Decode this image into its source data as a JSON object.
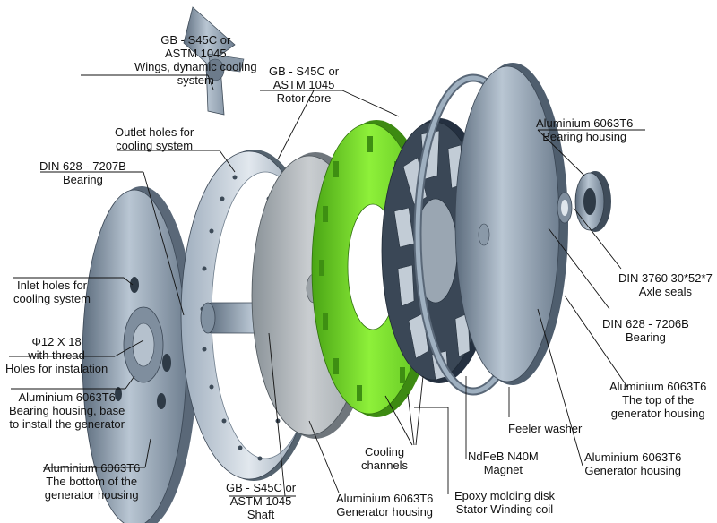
{
  "labels": {
    "wings_material_1": "GB - S45C or",
    "wings_material_2": "ASTM 1045",
    "wings_name_1": "Wings, dynamic cooling",
    "wings_name_2": "system",
    "rotor_material_1": "GB - S45C or",
    "rotor_material_2": "ASTM 1045",
    "rotor_name": "Rotor core",
    "outlet_1": "Outlet holes for",
    "outlet_2": "cooling system",
    "bearing_left_spec": "DIN 628 - 7207B",
    "bearing_left_name": "Bearing",
    "inlet_1": "Inlet holes for",
    "inlet_2": "cooling system",
    "thread_1": "Φ12 X 18",
    "thread_2": "with thread",
    "thread_3": "Holes for instalation",
    "base_material": "Aluminium 6063T6",
    "base_name_1": "Bearing housing, base",
    "base_name_2": "to install the generator",
    "bottom_material": "Aluminium 6063T6",
    "bottom_name_1": "The bottom of the",
    "bottom_name_2": "generator housing",
    "shaft_material_1": "GB - S45C or",
    "shaft_material_2": "ASTM 1045",
    "shaft_name": "Shaft",
    "housing_mid_material": "Aluminium 6063T6",
    "housing_mid_name": "Generator housing",
    "cooling_channels_1": "Cooling",
    "cooling_channels_2": "channels",
    "epoxy_1": "Epoxy molding disk",
    "epoxy_2": "Stator Winding coil",
    "magnet_spec": "NdFeB N40M",
    "magnet_name": "Magnet",
    "feeler": "Feeler washer",
    "housing_right_material": "Aluminium 6063T6",
    "housing_right_name": "Generator housing",
    "top_material": "Aluminium 6063T6",
    "top_name_1": "The top of the",
    "top_name_2": "generator housing",
    "bearing_right_spec": "DIN 628 - 7206B",
    "bearing_right_name": "Bearing",
    "seals_spec": "DIN 3760 30*52*7",
    "seals_name": "Axle seals",
    "housing_top_material": "Aluminium 6063T6",
    "housing_top_name": "Bearing housing"
  },
  "colors": {
    "metal_light": "#d4dde6",
    "metal_mid": "#98a7b6",
    "metal_dark": "#4f5e6e",
    "stator_green": "#7be22a",
    "stator_dark": "#3d8a12",
    "magnet_dark": "#243040",
    "leader": "#111111"
  }
}
